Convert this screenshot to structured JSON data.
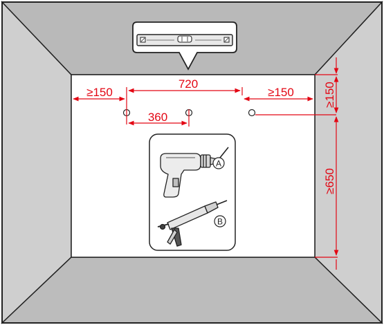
{
  "dimensions": {
    "holes_span": "720",
    "left_clearance": "≥150",
    "right_clearance": "≥150",
    "hole_spacing": "360",
    "top_clearance": "≥150",
    "floor_clearance": "≥650"
  },
  "tools": {
    "drill_label": "A",
    "sealant_gun_label": "B"
  },
  "icons": [
    "spirit-level-icon",
    "drill-icon",
    "caulking-gun-icon"
  ],
  "colors": {
    "dimension": "#e30613",
    "room_side": "#cfcfcf",
    "room_ceiling": "#b9b9b9",
    "room_floor": "#bcbcbc",
    "outline": "#222222"
  }
}
